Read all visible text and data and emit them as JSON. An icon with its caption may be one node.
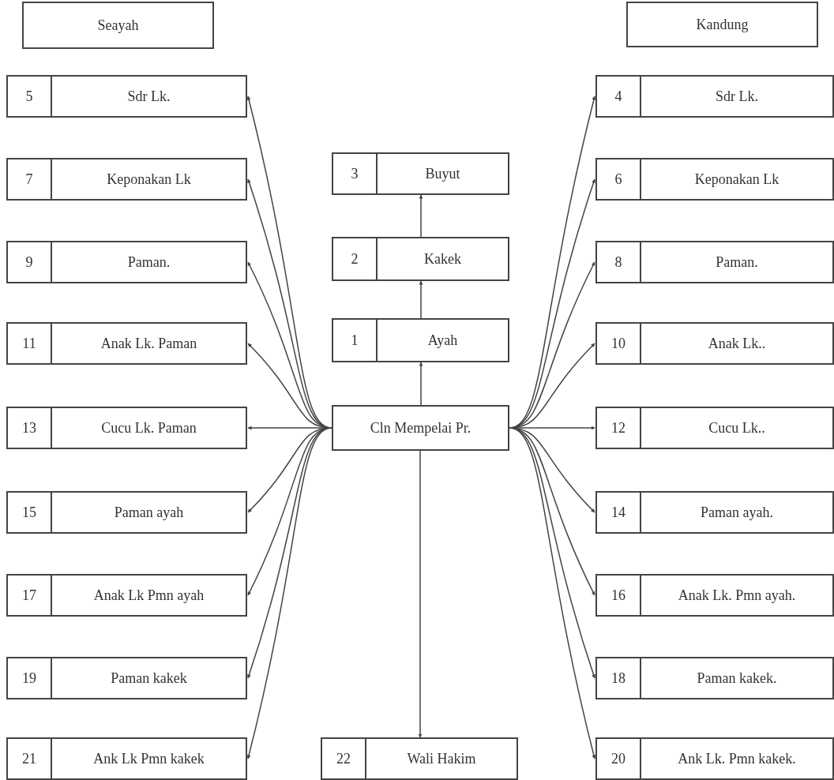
{
  "diagram": {
    "nodes": [
      {
        "text": [
          "Seayah"
        ]
      },
      {
        "text": [
          "Kandung"
        ]
      },
      {
        "text": [
          "5",
          "Sdr Lk."
        ]
      },
      {
        "text": [
          "4",
          "Sdr Lk."
        ]
      },
      {
        "text": [
          "3",
          "Buyut"
        ]
      },
      {
        "text": [
          "7",
          "Keponakan Lk"
        ]
      },
      {
        "text": [
          "6",
          "Keponakan Lk"
        ]
      },
      {
        "text": [
          "9",
          "Paman."
        ]
      },
      {
        "text": [
          "2",
          "Kakek"
        ]
      },
      {
        "text": [
          "8",
          "Paman."
        ]
      },
      {
        "text": [
          "11",
          "Anak Lk. Paman"
        ]
      },
      {
        "text": [
          "1",
          "Ayah"
        ]
      },
      {
        "text": [
          "10",
          "Anak Lk.."
        ]
      },
      {
        "text": [
          "13",
          "Cucu Lk. Paman"
        ]
      },
      {
        "text": [
          "Cln Mempelai Pr."
        ]
      },
      {
        "text": [
          "12",
          "Cucu Lk.."
        ]
      },
      {
        "text": [
          "15",
          "Paman ayah"
        ]
      },
      {
        "text": [
          "14",
          "Paman ayah."
        ]
      },
      {
        "text": [
          "17",
          "Anak Lk Pmn ayah"
        ]
      },
      {
        "text": [
          "16",
          "Anak Lk. Pmn ayah."
        ]
      },
      {
        "text": [
          "19",
          "Paman kakek"
        ]
      },
      {
        "text": [
          "18",
          "Paman kakek."
        ]
      },
      {
        "text": [
          "21",
          "Ank Lk Pmn kakek"
        ]
      },
      {
        "text": [
          "22",
          "Wali Hakim"
        ]
      },
      {
        "text": [
          "20",
          "Ank Lk. Pmn kakek."
        ]
      }
    ],
    "edges": [
      {
        "from": 14,
        "to": 11,
        "arrow": "to"
      },
      {
        "from": 11,
        "to": 8,
        "arrow": "to"
      },
      {
        "from": 8,
        "to": 4,
        "arrow": "to"
      },
      {
        "from": 14,
        "to": 23,
        "arrow": "to"
      },
      {
        "from": 14,
        "to": 2,
        "arrow": "to"
      },
      {
        "from": 14,
        "to": 5,
        "arrow": "to"
      },
      {
        "from": 14,
        "to": 7,
        "arrow": "to"
      },
      {
        "from": 14,
        "to": 10,
        "arrow": "to"
      },
      {
        "from": 14,
        "to": 13,
        "arrow": "to"
      },
      {
        "from": 14,
        "to": 16,
        "arrow": "to"
      },
      {
        "from": 14,
        "to": 18,
        "arrow": "to"
      },
      {
        "from": 14,
        "to": 20,
        "arrow": "to"
      },
      {
        "from": 14,
        "to": 22,
        "arrow": "to"
      },
      {
        "from": 14,
        "to": 3,
        "arrow": "to"
      },
      {
        "from": 14,
        "to": 6,
        "arrow": "to"
      },
      {
        "from": 14,
        "to": 9,
        "arrow": "to"
      },
      {
        "from": 14,
        "to": 12,
        "arrow": "to"
      },
      {
        "from": 14,
        "to": 15,
        "arrow": "to"
      },
      {
        "from": 14,
        "to": 17,
        "arrow": "to"
      },
      {
        "from": 14,
        "to": 19,
        "arrow": "to"
      },
      {
        "from": 14,
        "to": 21,
        "arrow": "to"
      },
      {
        "from": 14,
        "to": 24,
        "arrow": "to"
      }
    ]
  }
}
